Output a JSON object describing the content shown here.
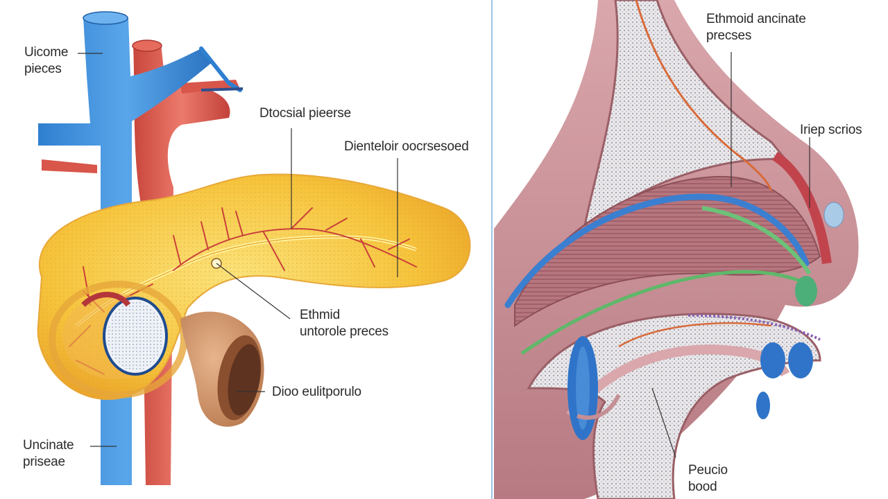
{
  "left_labels": {
    "top_left": "Uicome\npieces",
    "dorsal": "Dtocsial pieerse",
    "posterior": "Dienteloir oocrsesoed",
    "ethmoid": "Ethmid\nuntorole preces",
    "duct": "Dioo eulitporulo",
    "bottom_left": "Uncinate\npriseae"
  },
  "right_labels": {
    "ethmoid_uncinate": "Ethmoid ancinate\nprecses",
    "lateral": "Iriep scrios",
    "bottom": "Peucio\nbood"
  },
  "colors": {
    "vein": "#3b8ad6",
    "artery": "#d8564a",
    "gland": "#f5c13a",
    "duct": "#c98a5e",
    "mucosa": "#c58f95",
    "divider": "#9cc4e6"
  }
}
